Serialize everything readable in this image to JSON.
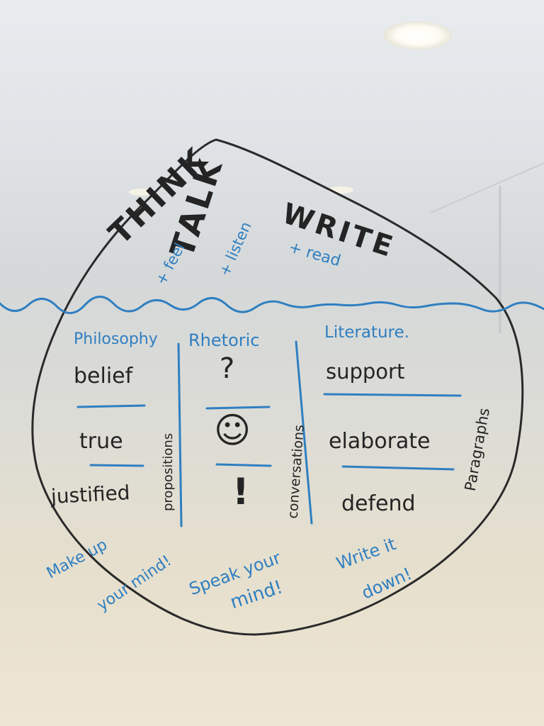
{
  "top": {
    "think": "THINK",
    "talk": "TALK",
    "write": "WRITE",
    "feel": "+ feel",
    "listen": "+ listen",
    "read": "+ read"
  },
  "columns": [
    {
      "heading": "Philosophy",
      "words": [
        "belief",
        "true",
        "justified"
      ],
      "side_label": "propositions",
      "slogan": [
        "Make up",
        "your mind!"
      ]
    },
    {
      "heading": "Rhetoric",
      "symbols": [
        "?",
        "☺",
        "!"
      ],
      "side_label": "conversations",
      "slogan": [
        "Speak your",
        "mind!"
      ]
    },
    {
      "heading": "Literature.",
      "words": [
        "support",
        "elaborate",
        "defend"
      ],
      "side_label": "Paragraphs",
      "slogan": [
        "Write it",
        "down!"
      ]
    }
  ],
  "colors": {
    "black_marker": "#2a2a2a",
    "blue_marker": "#2f7fc1"
  }
}
